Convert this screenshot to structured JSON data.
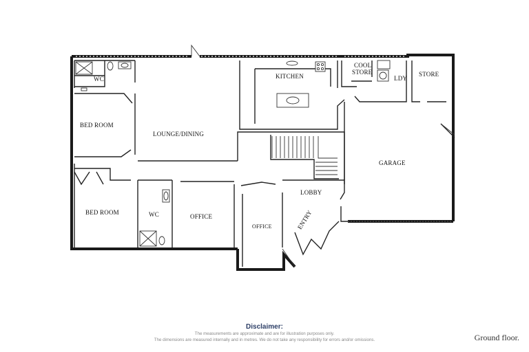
{
  "plan": {
    "rooms": {
      "wc_top": "WC",
      "kitchen": "KITCHEN",
      "cool_store_1": "COOL",
      "cool_store_2": "STORE",
      "ldy": "LDY",
      "store": "STORE",
      "bed_room_1": "BED ROOM",
      "lounge_dining": "LOUNGE/DINING",
      "garage": "GARAGE",
      "lobby": "LOBBY",
      "bed_room_2": "BED ROOM",
      "wc_bottom": "WC",
      "office_1": "OFFICE",
      "office_2": "OFFICE",
      "entry": "ENTRY"
    }
  },
  "disclaimer": {
    "title": "Disclaimer:",
    "line1": "The measurements are approximate and are for illustration purposes only.",
    "line2": "The dimensions are measured internally and in metres. We do not take any responsibility for errors and/or omissions."
  },
  "floor_caption": "Ground floor."
}
